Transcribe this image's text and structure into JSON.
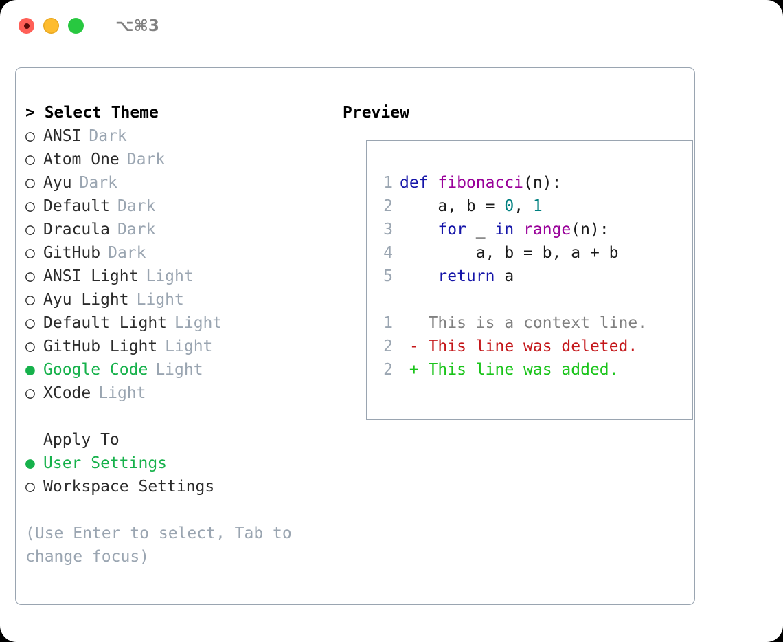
{
  "titlebar": {
    "shortcut": "⌥⌘3",
    "lights": [
      {
        "name": "close",
        "color": "#ff5f57"
      },
      {
        "name": "minimize",
        "color": "#febc2e"
      },
      {
        "name": "maximize",
        "color": "#28c840"
      }
    ]
  },
  "theme_panel": {
    "heading": "> Select Theme",
    "marker_unselected": "○",
    "marker_selected": "●",
    "items": [
      {
        "label": "ANSI",
        "category": "Dark",
        "selected": false
      },
      {
        "label": "Atom One",
        "category": "Dark",
        "selected": false
      },
      {
        "label": "Ayu",
        "category": "Dark",
        "selected": false
      },
      {
        "label": "Default",
        "category": "Dark",
        "selected": false
      },
      {
        "label": "Dracula",
        "category": "Dark",
        "selected": false
      },
      {
        "label": "GitHub",
        "category": "Dark",
        "selected": false
      },
      {
        "label": "ANSI Light",
        "category": "Light",
        "selected": false
      },
      {
        "label": "Ayu Light",
        "category": "Light",
        "selected": false
      },
      {
        "label": "Default Light",
        "category": "Light",
        "selected": false
      },
      {
        "label": "GitHub Light",
        "category": "Light",
        "selected": false
      },
      {
        "label": "Google Code",
        "category": "Light",
        "selected": true
      },
      {
        "label": "XCode",
        "category": "Light",
        "selected": false
      }
    ]
  },
  "apply_to": {
    "heading": "Apply To",
    "options": [
      {
        "label": "User Settings",
        "selected": true
      },
      {
        "label": "Workspace Settings",
        "selected": false
      }
    ]
  },
  "hint": "(Use Enter to select, Tab to change focus)",
  "preview": {
    "heading": "Preview",
    "code_lines": [
      {
        "number": "1",
        "tokens": [
          {
            "t": "def ",
            "k": "kw"
          },
          {
            "t": "fibonacci",
            "k": "fn"
          },
          {
            "t": "(n):",
            "k": "pl"
          }
        ]
      },
      {
        "number": "2",
        "tokens": [
          {
            "t": "    a, b = ",
            "k": "pl"
          },
          {
            "t": "0",
            "k": "num"
          },
          {
            "t": ", ",
            "k": "pl"
          },
          {
            "t": "1",
            "k": "num"
          }
        ]
      },
      {
        "number": "3",
        "tokens": [
          {
            "t": "    ",
            "k": "pl"
          },
          {
            "t": "for",
            "k": "kw"
          },
          {
            "t": " _ ",
            "k": "pl"
          },
          {
            "t": "in",
            "k": "kw"
          },
          {
            "t": " ",
            "k": "pl"
          },
          {
            "t": "range",
            "k": "fn"
          },
          {
            "t": "(n):",
            "k": "pl"
          }
        ]
      },
      {
        "number": "4",
        "tokens": [
          {
            "t": "        a, b = b, a + b",
            "k": "pl"
          }
        ]
      },
      {
        "number": "5",
        "tokens": [
          {
            "t": "    ",
            "k": "pl"
          },
          {
            "t": "return",
            "k": "kw"
          },
          {
            "t": " a",
            "k": "pl"
          }
        ]
      }
    ],
    "diff_lines": [
      {
        "number": "1",
        "prefix": " ",
        "text": "This is a context line.",
        "kind": "context"
      },
      {
        "number": "2",
        "prefix": "-",
        "text": "This line was deleted.",
        "kind": "deleted"
      },
      {
        "number": "2",
        "prefix": "+",
        "text": "This line was added.",
        "kind": "added"
      }
    ]
  },
  "colors": {
    "accent_green": "#16b14b",
    "muted": "#9aa5b1",
    "keyword": "#1515a8",
    "function": "#990099",
    "number": "#008080",
    "diff_deleted": "#c4171a",
    "diff_added": "#1ac41a",
    "border": "#9aa5b1"
  }
}
